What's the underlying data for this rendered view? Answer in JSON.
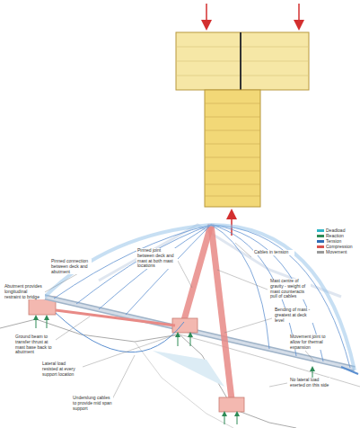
{
  "diagram": {
    "labels": [
      "Cables in tension",
      "Pinned joint between deck and mast at both mast locations",
      "Pinned connection between deck and abutment",
      "Abutment provides longitudinal restraint to bridge",
      "Mast centre of gravity - weight of mast counteracts pull of cables",
      "Bending of mast - greatest at deck level",
      "Movement joint to allow for thermal expansion",
      "Ground beam to transfer thrust at mast base back to abutment",
      "Lateral load resisted at every support location",
      "Underslung cables to provide mid span support",
      "No lateral load exerted on this side"
    ],
    "legend": [
      {
        "text": "Deadload",
        "color": "#2fb5c5"
      },
      {
        "text": "Reaction",
        "color": "#2e8b57"
      },
      {
        "text": "Tension",
        "color": "#2f6db5"
      },
      {
        "text": "Compression",
        "color": "#d9534f"
      },
      {
        "text": "Movement",
        "color": "#9a9a9a"
      }
    ]
  }
}
